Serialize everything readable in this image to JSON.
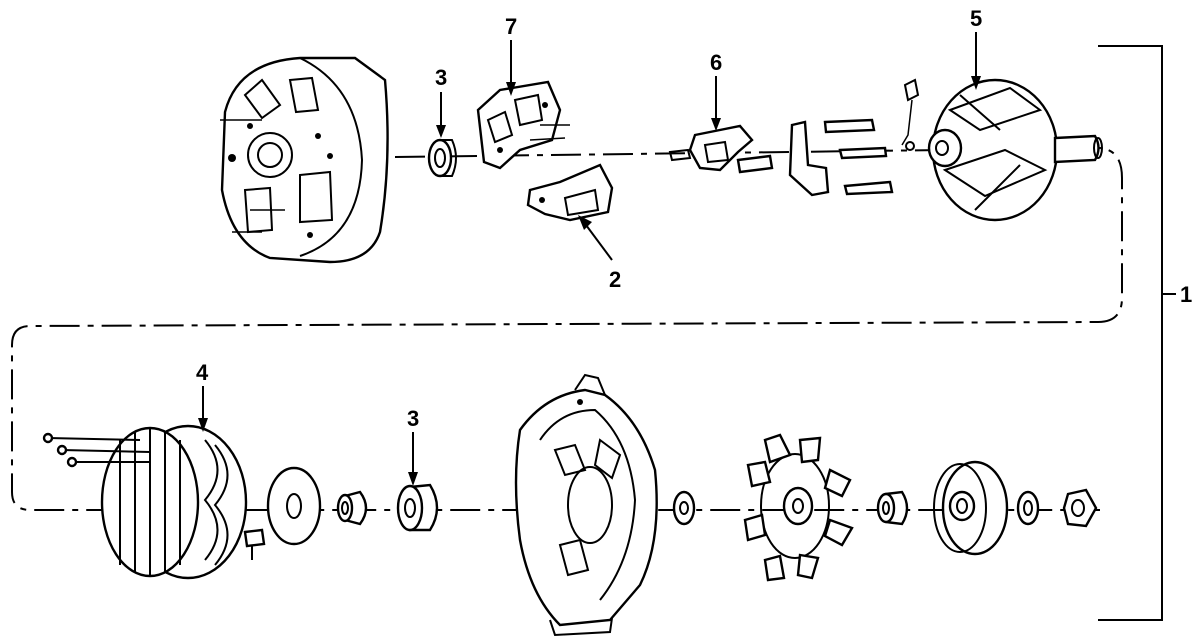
{
  "diagram": {
    "callouts": {
      "c1": "1",
      "c2": "2",
      "c3_top": "3",
      "c3_bottom": "3",
      "c4": "4",
      "c5": "5",
      "c6": "6",
      "c7": "7"
    }
  }
}
